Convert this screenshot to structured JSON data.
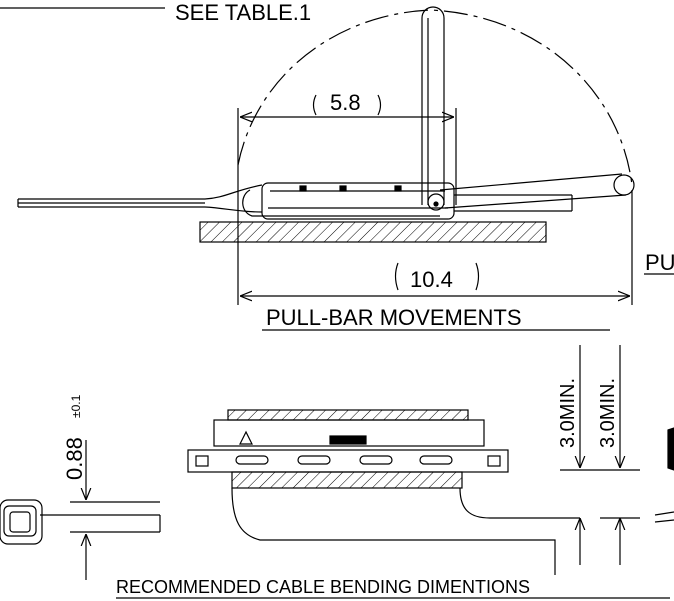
{
  "labels": {
    "see_table": "SEE TABLE.1",
    "pullbar_travel_dim": "5.8",
    "pullbar_total_dim": "10.4",
    "pullbar_movements": "PULL-BAR MOVEMENTS",
    "cut_label": "PU",
    "thickness_dim": "0.88",
    "thickness_tolerance": "±0.1",
    "bend_min_left": "3.0MIN.",
    "bend_min_right": "3.0MIN.",
    "recommended_bending": "RECOMMENDED CABLE BENDING DIMENTIONS"
  }
}
